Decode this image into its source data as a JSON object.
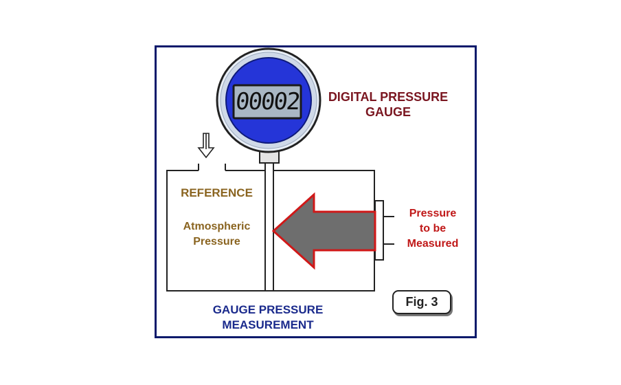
{
  "gauge": {
    "reading": "00002",
    "label_line1": "DIGITAL PRESSURE",
    "label_line2": "GAUGE"
  },
  "chamber": {
    "reference_label": "REFERENCE",
    "atmospheric_line1": "Atmospheric",
    "atmospheric_line2": "Pressure"
  },
  "measured": {
    "line1": "Pressure",
    "line2": "to be",
    "line3": "Measured"
  },
  "caption": {
    "line1": "GAUGE PRESSURE",
    "line2": "MEASUREMENT"
  },
  "figure_label": "Fig. 3",
  "colors": {
    "frame": "#0a1a6b",
    "gauge_face": "#2535d8",
    "gauge_bezel": "#dde6f2",
    "display": "#a9b7c4",
    "gauge_label": "#7a1620",
    "reference_text": "#8a6420",
    "measured_text": "#c01818",
    "arrow_fill": "#6e6e6e",
    "arrow_outline": "#d01818",
    "caption_text": "#1a2a8c"
  },
  "icons": [
    "reference-inlet-arrow-icon",
    "pressure-arrow-icon"
  ]
}
